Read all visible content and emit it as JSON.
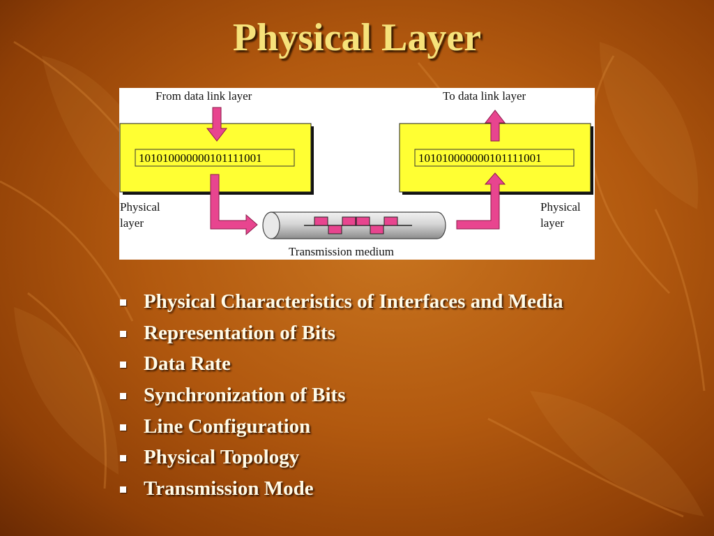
{
  "slide": {
    "title": "Physical Layer"
  },
  "diagram": {
    "from_label": "From data link layer",
    "to_label": "To data link layer",
    "sender_bits": "10101000000010111100 1",
    "receiver_bits": "10101000000010111100 1",
    "left_layer_label_line1": "Physical",
    "left_layer_label_line2": "layer",
    "right_layer_label_line1": "Physical",
    "right_layer_label_line2": "layer",
    "medium_label": "Transmission medium",
    "colors": {
      "layer_box": "#ffff33",
      "arrow": "#e8458f",
      "signal": "#e8458f"
    }
  },
  "bullets": [
    "Physical Characteristics of Interfaces and Media",
    "Representation of Bits",
    "Data Rate",
    "Synchronization of Bits",
    "Line Configuration",
    "Physical Topology",
    "Transmission Mode"
  ]
}
